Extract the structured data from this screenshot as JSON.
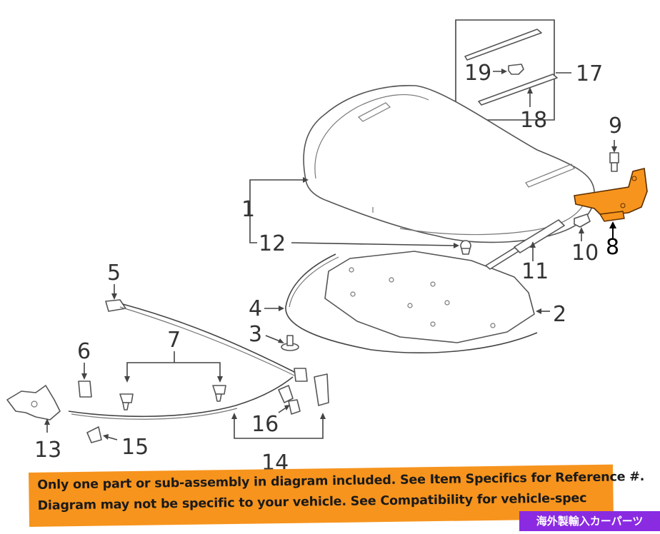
{
  "callouts": {
    "c1": "1",
    "c2": "2",
    "c3": "3",
    "c4": "4",
    "c5": "5",
    "c6": "6",
    "c7": "7",
    "c8": "8",
    "c9": "9",
    "c10": "10",
    "c11": "11",
    "c12": "12",
    "c13": "13",
    "c14": "14",
    "c15": "15",
    "c16": "16",
    "c17": "17",
    "c18": "18",
    "c19": "19"
  },
  "highlight_color": "#f7941d",
  "disclaimer": {
    "line1": "Only one part or sub-assembly in diagram included. See Item Specifics for Reference #.",
    "line2": "Diagram may not be specific to your vehicle. See Compatibility for vehicle-spec"
  },
  "watermark": "海外製輸入カーパーツ",
  "watermark_color": "#8a2be2"
}
